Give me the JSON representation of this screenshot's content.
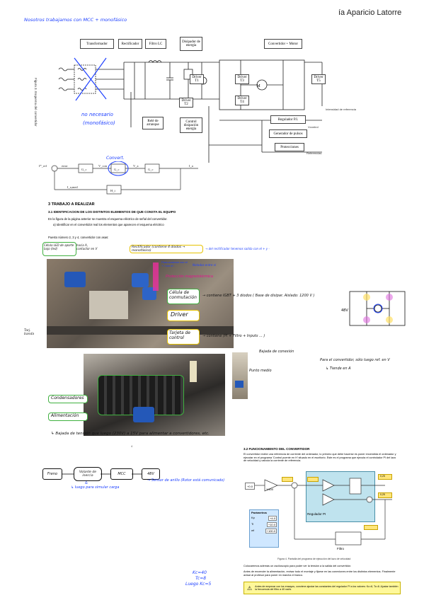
{
  "header": {
    "author": "ía Aparicio Latorre",
    "note_top": "Nosotros trabajamos con MCC + monofásico"
  },
  "fig3": {
    "side_label": "Figura 3. Esquema del convertidor",
    "boxes": {
      "transformador": "Transformador",
      "rectificador": "Rectificador",
      "filtro": "Filtro LC",
      "disipador": "Disipador de energía",
      "conv_motor": "Convertidor + Motor",
      "rele": "Relé de arranque",
      "control_disip": "Control disipación energía",
      "driver_t1": "Driver T1",
      "driver_t2": "Driver T2",
      "driver_t3": "Driver T3",
      "driver_t4": "Driver T4",
      "driver_t5": "Driver T5",
      "regulador": "Regulador P.I.",
      "vcontrol": "Vcontrol",
      "generador": "Generador de pulsos",
      "protecciones": "Protecciones",
      "intensidad_ref": "Intensidad de referencia",
      "referencias": "Referencias",
      "motor": "M"
    },
    "annotations": {
      "no_necesario": "no necesario",
      "monofasico": "(monofásico)"
    }
  },
  "block_diagram": {
    "annot": "Convert.",
    "labels": [
      "I*_ref",
      "error",
      "G_c",
      "V_con",
      "G_c",
      "V_a",
      "G_c",
      "I_a",
      "I_a,med",
      "H_i"
    ]
  },
  "section3": {
    "title": "3    TRABAJO A REALIZAR",
    "sub": "3.1     IDENTIFICACION DE LOS DISTINTOS ELEMENTOS DE QUE CONSTA EL EQUIPO",
    "line1": "En la figura de la página anterior se muestra el esquema eléctrico de señal del convertidor.",
    "line2": "a) Identificar en el convertidor real los elementos que aparecen el esquema eléctrico",
    "puesto": "Puesto número 2, 3 y 4, convertidor con asas:"
  },
  "photo_notes": {
    "celda_led": "Célula LED de aporte bajo (led)",
    "hacia_a": "hacia A, contactor en V",
    "rectificador": "Rectificador (contiene 4 diodos → monofásico)",
    "rectificador_tail": "→ del rectificador tenemos salida con el + y -",
    "para_conectar": "Para conectar con el + / con el -",
    "notados": "Notados entre sí",
    "proteccion": "Protección magnetotérmica",
    "celula": "Célula de conmutación",
    "celula_desc": "→ contiene IGBT + 3 diodos  ( Base de disipar.  Aislado: 1200 V )",
    "driver": "Driver",
    "tarjeta": "Tarjeta de control",
    "tarjeta_desc": "→ contiene (PI + Filtro + Inputs ... )",
    "tarjeta_side": "Tarj. banda",
    "voltage": "48V"
  },
  "photo2_notes": {
    "condensadores": "Condensadores",
    "alimentacion": "Alimentación",
    "bajada": "↳ Bajada de tensión que luego (230V) a 15V para alimentar a convertidores, etc.",
    "bajada_conexion": "Bajada de conexión",
    "punto_medio": "Punto medio",
    "para_convertidor": "Para el convertidor, sólo luego ref. en V",
    "tiende_a": "↳ Tiende en A"
  },
  "section32": {
    "title": "3.2     FUNCIONAMIENTO DEL CONVERTIDOR",
    "p1": "El convertidor recibe una referencia de corriente del ordenador, lo primero que debe hacerse es poner encendida el ordenador y ejecutar en el programa 'Control puente en H' situado en el escritorio. Este es el programa que ejecuta el controlador PI del lazo de velocidad y calcula la corriente de referencia.",
    "caption": "Figura 4.  Pantalla del programa de ejecución del lazo de velocidad",
    "p2": "Colocaremos además un osciloscopio para poder ver la tensión a la salida del convertidor.",
    "p3": "Antes de encender la alimentación, revisar todo el montaje y fijarse en las conexiones entre los distintos elementos. Finalmente avisar al profesor para poner en marcha el banco.",
    "warning": "Antes de empezar con los ensayos, conviene ajustar las constantes del regulador PI a los valores: Kc=8, Tc=8. Ajustar también la frecuencia del filtro a 40 rad/s.",
    "param_title": "Parámetros",
    "params": [
      {
        "k": "Kp",
        "v": "+4.0"
      },
      {
        "k": "Ti",
        "v": "+10.0"
      },
      {
        "k": "wf",
        "v": "+100.0"
      }
    ],
    "regulador_label": "Regulador PI",
    "filtro_label": "Filtro",
    "gain": "1/400",
    "input_val": "+0.0",
    "lim1": "0,25",
    "lim2": "0,25"
  },
  "chain": {
    "items": [
      "Freno",
      "Volante de inercia",
      "MCC",
      "48V"
    ],
    "note1": "&",
    "note2": "↳ luego para simular carga",
    "note3": "→ Sensor de anillo (Rotor está comunicado)"
  },
  "bottom_left": {
    "line1": "Kc=40",
    "line2": "Tc=8",
    "line3": "Luego Kc=5"
  },
  "mid_mark": "4"
}
